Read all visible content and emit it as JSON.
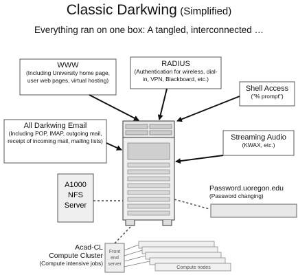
{
  "title": {
    "main": "Classic Darkwing",
    "sub": "(Simplified)"
  },
  "subtitle": "Everything ran on one box:  A tangled, interconnected …",
  "services": {
    "www": {
      "title": "WWW",
      "desc": "(Including University home page, user web pages, virtual hosting)"
    },
    "radius": {
      "title": "RADIUS",
      "desc": "(Authentication for wireless, dial-in, VPN, Blackboard, etc.)"
    },
    "shell": {
      "title": "Shell Access",
      "desc": "(\"% prompt\")"
    },
    "email": {
      "title": "All Darkwing Email",
      "desc": "(Including POP, IMAP, outgoing mail, receipt of incoming mail, mailing lists)"
    },
    "streaming": {
      "title": "Streaming Audio",
      "desc": "(KWAX, etc.)"
    }
  },
  "nfs": {
    "line1": "A1000",
    "line2": "NFS",
    "line3": "Server"
  },
  "password": {
    "title": "Password.uoregon.edu",
    "desc": "(Password changing)"
  },
  "cluster": {
    "title1": "Acad-CL",
    "title2": "Compute Cluster",
    "desc": "(Compute intensive jobs)",
    "frontend": [
      "Front",
      "end",
      "server"
    ],
    "nodes_label": "Compute nodes"
  },
  "colors": {
    "line": "#111111",
    "box_border": "#555555",
    "box_fill": "#ffffff",
    "server_fill": "#e6e6e6",
    "server_slot": "#d0d0d0",
    "cluster_text": "#555555"
  }
}
